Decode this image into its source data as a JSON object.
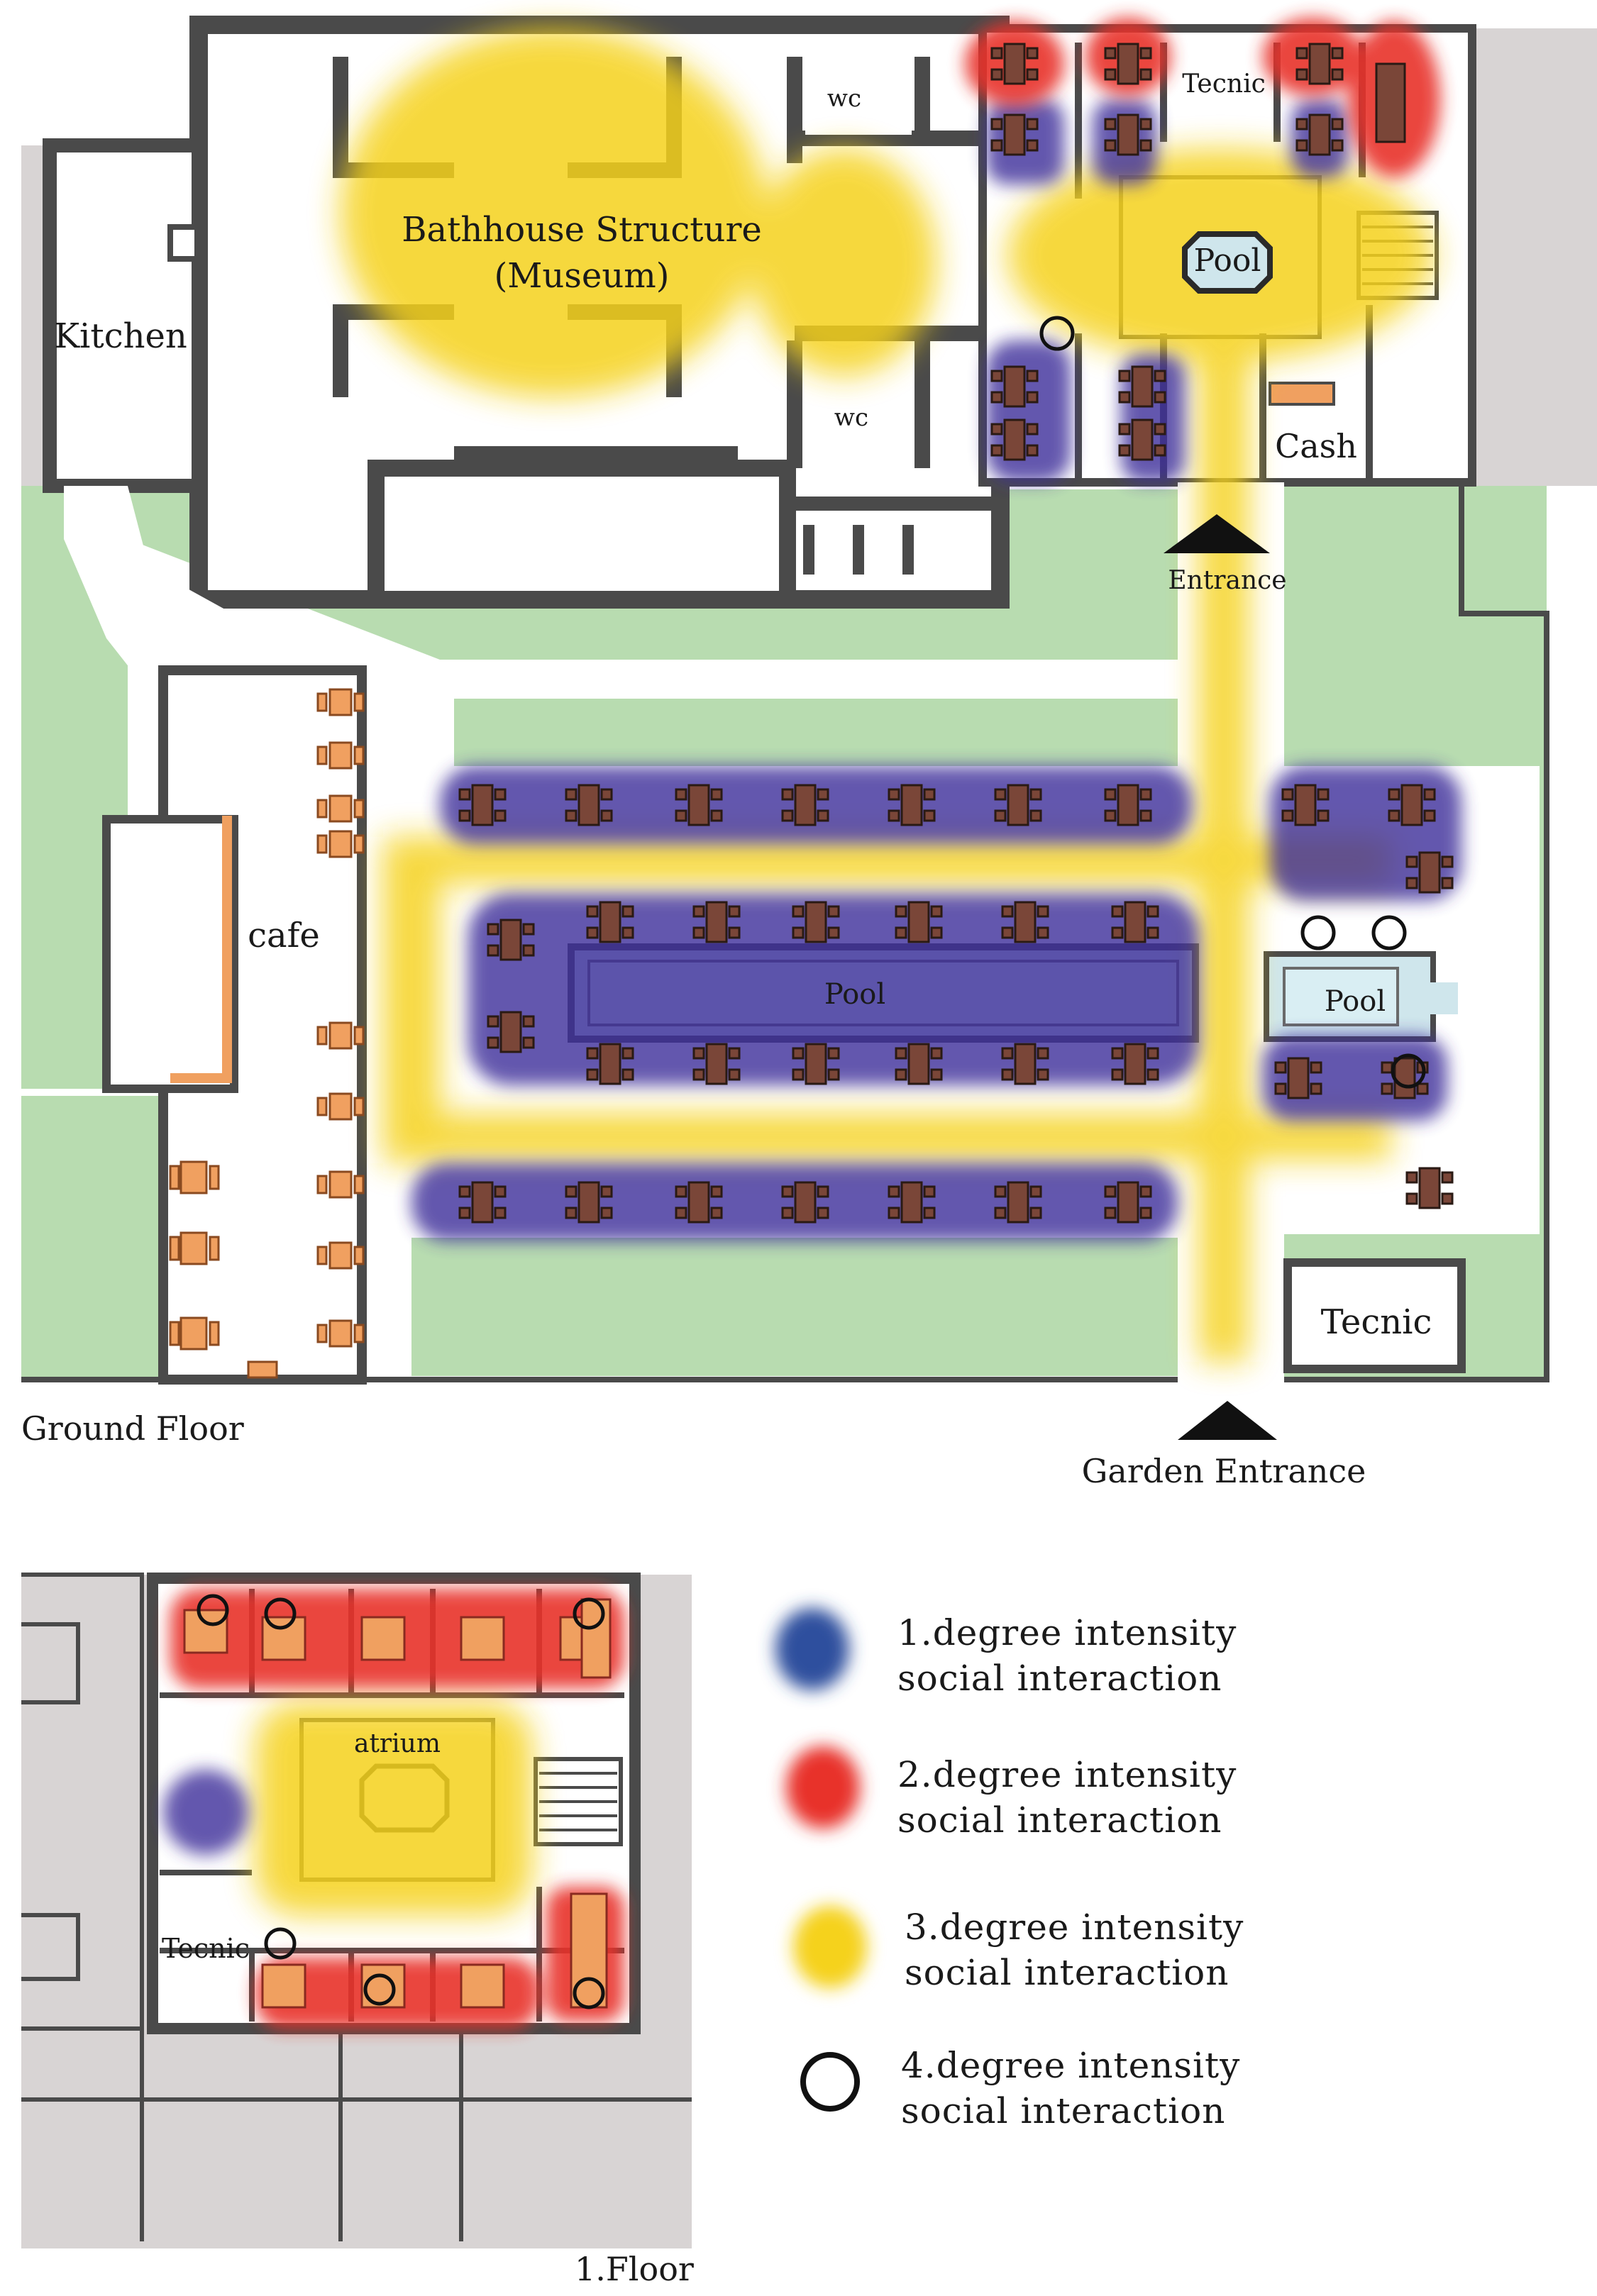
{
  "ground_floor": {
    "title": "Ground Floor",
    "rooms": {
      "bathhouse_line1": "Bathhouse Structure",
      "bathhouse_line2": "(Museum)",
      "kitchen": "Kitchen",
      "wc_top": "wc",
      "wc_bottom": "wc",
      "tecnic_top": "Tecnic",
      "pool_small": "Pool",
      "cash": "Cash",
      "entrance": "Entrance",
      "cafe": "cafe",
      "pool_long": "Pool",
      "pool_right": "Pool",
      "tecnic_garden": "Tecnic",
      "garden_entrance": "Garden Entrance"
    }
  },
  "first_floor": {
    "title": "1.Floor",
    "rooms": {
      "atrium": "atrium",
      "tecnic": "Tecnic"
    }
  },
  "legend": [
    {
      "line1": "1.degree intensity",
      "line2": "social interaction",
      "color": "#2f4f9e",
      "kind": "blob"
    },
    {
      "line1": "2.degree intensity",
      "line2": "social interaction",
      "color": "#e8322a",
      "kind": "blob"
    },
    {
      "line1": "3.degree intensity",
      "line2": "social interaction",
      "color": "#f5d21a",
      "kind": "blob"
    },
    {
      "line1": "4.degree intensity",
      "line2": "social interaction",
      "color": "#111111",
      "kind": "ring"
    }
  ],
  "colors": {
    "wall": "#4a4a4a",
    "garden": "#b8dcb0",
    "pool": "#cfe6ec",
    "furniture": "#7a4638",
    "orange_furniture": "#f0a060",
    "neighbour": "#d8d4d4"
  }
}
